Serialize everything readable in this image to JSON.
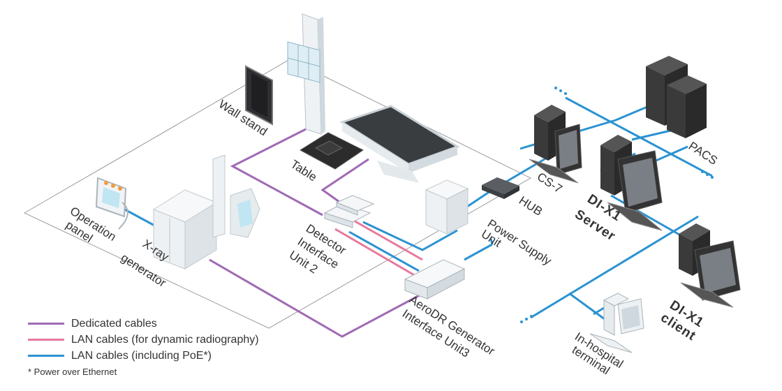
{
  "colors": {
    "dedicated": "#a06ab4",
    "lan_dynamic": "#e8799c",
    "lan_poe": "#2b93d1"
  },
  "labels": {
    "wall_stand": "Wall stand",
    "table": "Table",
    "operation_panel_1": "Operation",
    "operation_panel_2": "panel",
    "xray_1": "X-ray",
    "xray_2": "generator",
    "dia2_1": "Detector",
    "dia2_2": "Interface",
    "dia2_3": "Unit 2",
    "psu_1": "Power Supply",
    "psu_2": "Unit",
    "hub": "HUB",
    "cs7": "CS-7",
    "server_1": "DI-X1",
    "server_2": "Server",
    "pacs": "PACS",
    "client_1": "DI-X1",
    "client_2": "client",
    "terminal_1": "In-hospital",
    "terminal_2": "terminal",
    "agi_1": "AeroDR Generator",
    "agi_2": "Interface Unit3"
  },
  "legend": {
    "dedicated": "Dedicated cables",
    "lan_dynamic": "LAN cables (for dynamic radiography)",
    "lan_poe": "LAN cables (including PoE*)",
    "footnote": "* Power over Ethernet"
  }
}
